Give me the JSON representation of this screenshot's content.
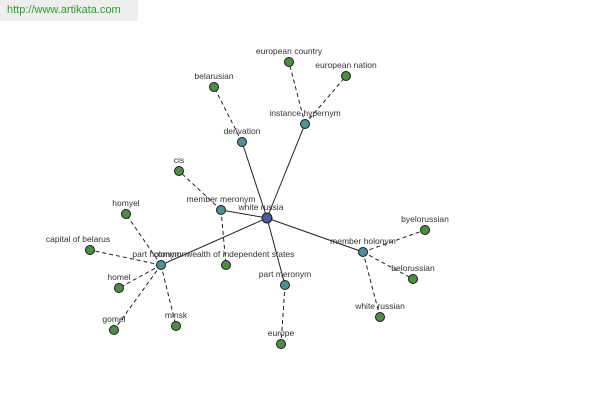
{
  "watermark": "http://www.artikata.com",
  "colors": {
    "center": "#4a5a9a",
    "relation": "#4f8f96",
    "leaf": "#4e8c46"
  },
  "graph": {
    "center": {
      "id": "white-russia",
      "label": "white russia"
    },
    "relations": [
      {
        "id": "derivation",
        "label": "derivation",
        "leaves": [
          {
            "id": "belarusian",
            "label": "belarusian"
          }
        ]
      },
      {
        "id": "instance-hypernym",
        "label": "instance hypernym",
        "leaves": [
          {
            "id": "european-country",
            "label": "european country"
          },
          {
            "id": "european-nation",
            "label": "european nation"
          }
        ]
      },
      {
        "id": "member-meronym",
        "label": "member meronym",
        "leaves": [
          {
            "id": "cis",
            "label": "cis"
          },
          {
            "id": "commonwealth",
            "label": "commonwealth of independent states"
          }
        ]
      },
      {
        "id": "member-holonym",
        "label": "member holonym",
        "leaves": [
          {
            "id": "byelorussian",
            "label": "byelorussian"
          },
          {
            "id": "belorussian",
            "label": "belorussian"
          },
          {
            "id": "white-russian",
            "label": "white russian"
          }
        ]
      },
      {
        "id": "part-meronym",
        "label": "part meronym",
        "leaves": [
          {
            "id": "europe",
            "label": "europe"
          }
        ]
      },
      {
        "id": "part-holonym",
        "label": "part holonym",
        "leaves": [
          {
            "id": "homyel",
            "label": "homyel"
          },
          {
            "id": "capital-of-belarus",
            "label": "capital of belarus"
          },
          {
            "id": "homel",
            "label": "homel"
          },
          {
            "id": "gomel",
            "label": "gomel"
          },
          {
            "id": "minsk",
            "label": "minsk"
          }
        ]
      }
    ]
  }
}
